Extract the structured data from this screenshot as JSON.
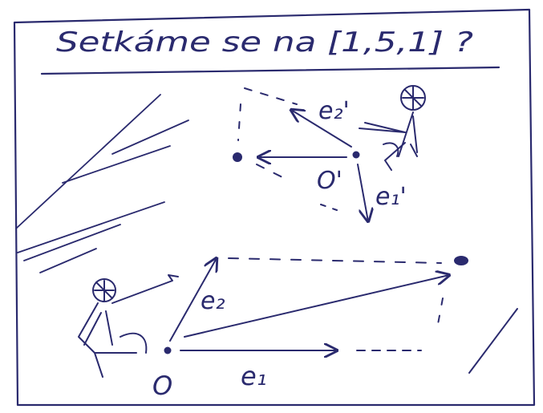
{
  "title": "Setkáme se na [1,5,1] ?",
  "labels": {
    "e1": "e₁",
    "e2": "e₂",
    "o": "O",
    "e1_prime": "e₁'",
    "e2_prime": "e₂'",
    "o_prime": "O'"
  },
  "colors": {
    "ink": "#2a2a6e",
    "paper": "#ffffff"
  }
}
